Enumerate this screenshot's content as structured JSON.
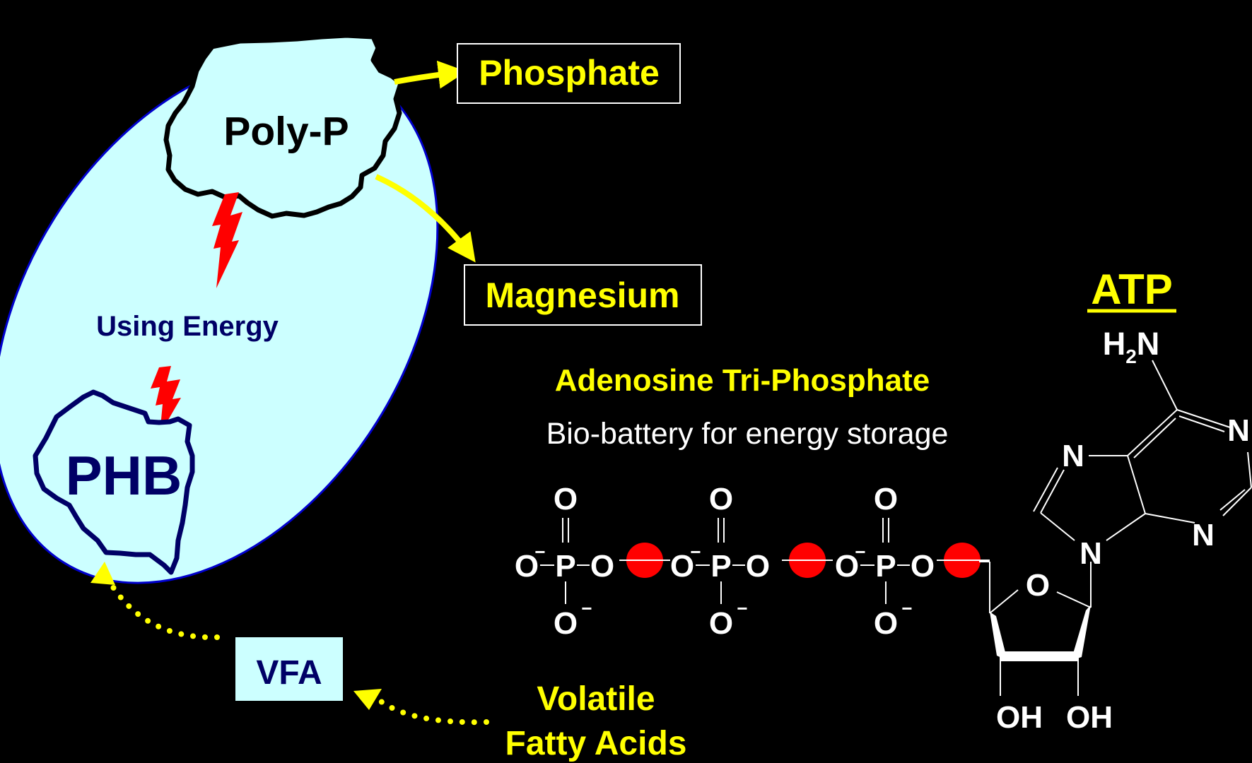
{
  "colors": {
    "background": "#000000",
    "cell_fill": "#ccffff",
    "cell_outline": "#0000cc",
    "highlight": "#ffff00",
    "navy": "#000066",
    "energy": "#ff0000",
    "white": "#ffffff"
  },
  "cell": {
    "polyp_label": "Poly-P",
    "phb_label": "PHB",
    "energy_label": "Using Energy"
  },
  "outputs": {
    "phosphate": "Phosphate",
    "magnesium": "Magnesium"
  },
  "inputs": {
    "vfa": "VFA",
    "vfa_full_line1": "Volatile",
    "vfa_full_line2": "Fatty Acids"
  },
  "atp": {
    "title": "ATP",
    "name": "Adenosine Tri-Phosphate",
    "description": "Bio-battery for energy storage",
    "amine_h": "H",
    "amine_sub": "2",
    "amine_n": "N",
    "phosphate_o": "O",
    "phosphate_p": "P",
    "minus": "−",
    "ring_n": "N",
    "ribose_o": "O",
    "oh": "OH"
  },
  "icons": {
    "energy": "lightning-bolt-icon",
    "bond": "high-energy-bond-icon"
  }
}
